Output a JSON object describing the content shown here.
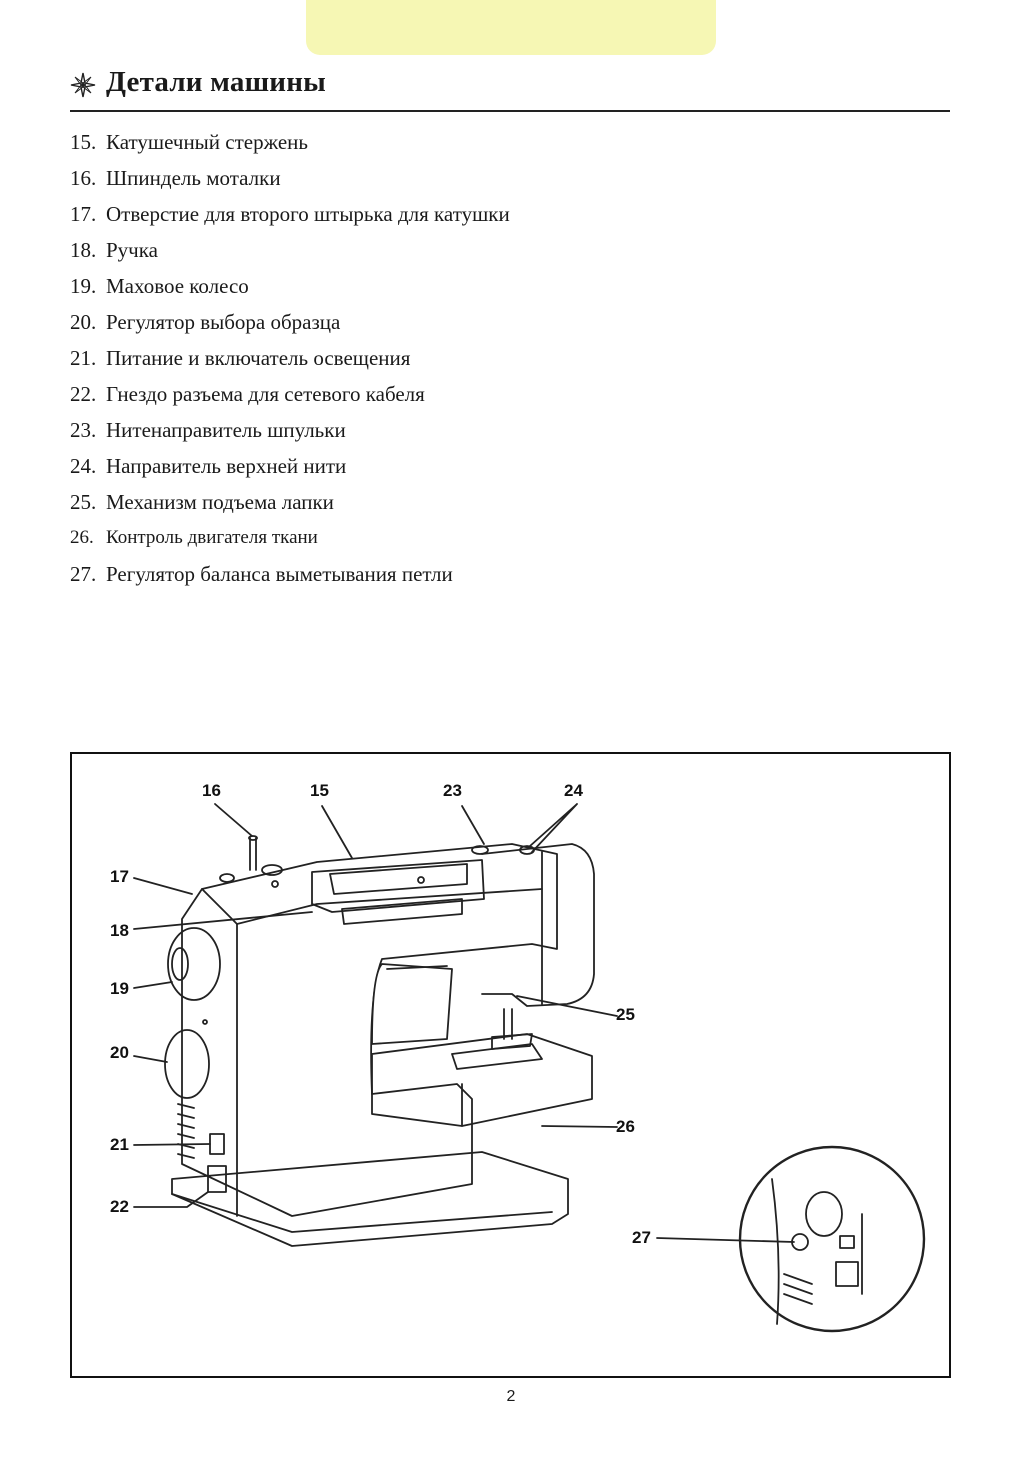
{
  "header": {
    "title": "Детали машины",
    "icon": "compass-star-icon"
  },
  "parts": [
    {
      "num": "15.",
      "label": "Катушечный стержень"
    },
    {
      "num": "16.",
      "label": "Шпиндель моталки"
    },
    {
      "num": "17.",
      "label": "Отверстие для второго штырька для катушки"
    },
    {
      "num": "18.",
      "label": "Ручка"
    },
    {
      "num": "19.",
      "label": "Маховое колесо"
    },
    {
      "num": "20.",
      "label": "Регулятор выбора образца"
    },
    {
      "num": "21.",
      "label": "Питание и включатель освещения"
    },
    {
      "num": "22.",
      "label": "Гнездо разъема для сетевого кабеля"
    },
    {
      "num": "23.",
      "label": "Нитенаправитель шпульки"
    },
    {
      "num": "24.",
      "label": "Направитель верхней нити"
    },
    {
      "num": "25.",
      "label": "Механизм подъема лапки"
    },
    {
      "num": "26.",
      "label": "Контроль двигателя ткани"
    },
    {
      "num": "27.",
      "label": "Регулятор баланса выметывания петли"
    }
  ],
  "figure": {
    "callouts": {
      "c15": "15",
      "c16": "16",
      "c17": "17",
      "c18": "18",
      "c19": "19",
      "c20": "20",
      "c21": "21",
      "c22": "22",
      "c23": "23",
      "c24": "24",
      "c25": "25",
      "c26": "26",
      "c27": "27"
    }
  },
  "page_number": "2",
  "colors": {
    "tab": "#f6f7b4",
    "ink": "#1a1a1a"
  }
}
